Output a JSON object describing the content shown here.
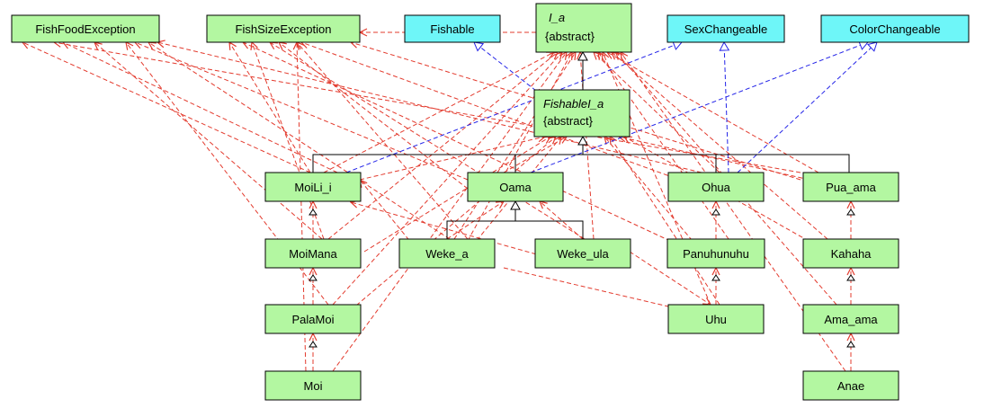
{
  "colors": {
    "class_fill": "#b3f7a1",
    "interface_fill": "#6ef6f8",
    "box_stroke": "#000000",
    "dependency": "#e33b2e",
    "realization": "#2424e8",
    "inheritance": "#000000"
  },
  "nodes": {
    "fishfoodexception": {
      "label": "FishFoodException",
      "kind": "class"
    },
    "fishsizeexception": {
      "label": "FishSizeException",
      "kind": "class"
    },
    "fishable": {
      "label": "Fishable",
      "kind": "interface"
    },
    "i_a": {
      "label": "I_a",
      "sublabel": "{abstract}",
      "kind": "abstract"
    },
    "sexchangeable": {
      "label": "SexChangeable",
      "kind": "interface"
    },
    "colorchangeable": {
      "label": "ColorChangeable",
      "kind": "interface"
    },
    "fishablei_a": {
      "label": "FishableI_a",
      "sublabel": "{abstract}",
      "kind": "abstract"
    },
    "moili_i": {
      "label": "MoiLi_i",
      "kind": "class"
    },
    "oama": {
      "label": "Oama",
      "kind": "class"
    },
    "ohua": {
      "label": "Ohua",
      "kind": "class"
    },
    "pua_ama": {
      "label": "Pua_ama",
      "kind": "class"
    },
    "moimana": {
      "label": "MoiMana",
      "kind": "class"
    },
    "weke_a": {
      "label": "Weke_a",
      "kind": "class"
    },
    "weke_ula": {
      "label": "Weke_ula",
      "kind": "class"
    },
    "panuhunuhu": {
      "label": "Panuhunuhu",
      "kind": "class"
    },
    "kahaha": {
      "label": "Kahaha",
      "kind": "class"
    },
    "palamoi": {
      "label": "PalaMoi",
      "kind": "class"
    },
    "uhu": {
      "label": "Uhu",
      "kind": "class"
    },
    "ama_ama": {
      "label": "Ama_ama",
      "kind": "class"
    },
    "moi": {
      "label": "Moi",
      "kind": "class"
    },
    "anae": {
      "label": "Anae",
      "kind": "class"
    }
  }
}
